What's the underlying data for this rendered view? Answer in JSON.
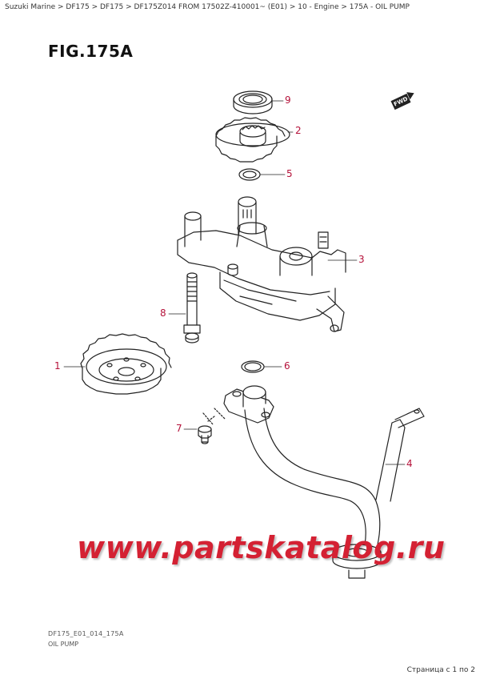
{
  "breadcrumb": {
    "items": [
      "Suzuki Marine",
      "DF175",
      "DF175",
      "DF175Z014 FROM 17502Z-410001~ (E01)",
      "10 - Engine",
      "175A - OIL PUMP"
    ],
    "separator": " > "
  },
  "figure": {
    "title": "FIG.175A",
    "fwd_label": "FWD"
  },
  "callouts": [
    {
      "number": "9"
    },
    {
      "number": "2"
    },
    {
      "number": "5"
    },
    {
      "number": "3"
    },
    {
      "number": "8"
    },
    {
      "number": "1"
    },
    {
      "number": "6"
    },
    {
      "number": "7"
    },
    {
      "number": "4"
    }
  ],
  "watermark": "www.partskatalog.ru",
  "footer": {
    "code": "DF175_E01_014_175A",
    "name": "OIL PUMP"
  },
  "pager": "Страница с 1 по 2",
  "colors": {
    "callout": "#b5123a",
    "watermark": "#d42133",
    "line": "#222222"
  }
}
